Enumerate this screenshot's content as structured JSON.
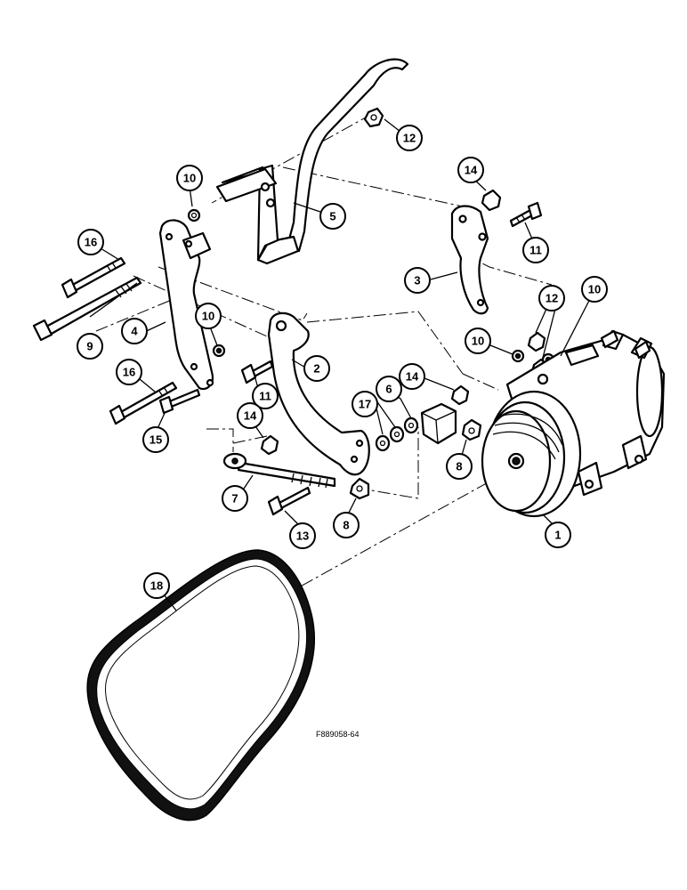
{
  "figure_id": "F889058-64",
  "callouts": [
    {
      "id": "c1",
      "label": "1"
    },
    {
      "id": "c2",
      "label": "2"
    },
    {
      "id": "c3",
      "label": "3"
    },
    {
      "id": "c4",
      "label": "4"
    },
    {
      "id": "c5",
      "label": "5"
    },
    {
      "id": "c6",
      "label": "6"
    },
    {
      "id": "c7",
      "label": "7"
    },
    {
      "id": "c8a",
      "label": "8"
    },
    {
      "id": "c8b",
      "label": "8"
    },
    {
      "id": "c9",
      "label": "9"
    },
    {
      "id": "c10a",
      "label": "10"
    },
    {
      "id": "c10b",
      "label": "10"
    },
    {
      "id": "c10c",
      "label": "10"
    },
    {
      "id": "c10d",
      "label": "10"
    },
    {
      "id": "c11a",
      "label": "11"
    },
    {
      "id": "c11b",
      "label": "11"
    },
    {
      "id": "c12a",
      "label": "12"
    },
    {
      "id": "c12b",
      "label": "12"
    },
    {
      "id": "c13",
      "label": "13"
    },
    {
      "id": "c14a",
      "label": "14"
    },
    {
      "id": "c14b",
      "label": "14"
    },
    {
      "id": "c14c",
      "label": "14"
    },
    {
      "id": "c15",
      "label": "15"
    },
    {
      "id": "c16a",
      "label": "16"
    },
    {
      "id": "c16b",
      "label": "16"
    },
    {
      "id": "c17",
      "label": "17"
    },
    {
      "id": "c18",
      "label": "18"
    }
  ]
}
